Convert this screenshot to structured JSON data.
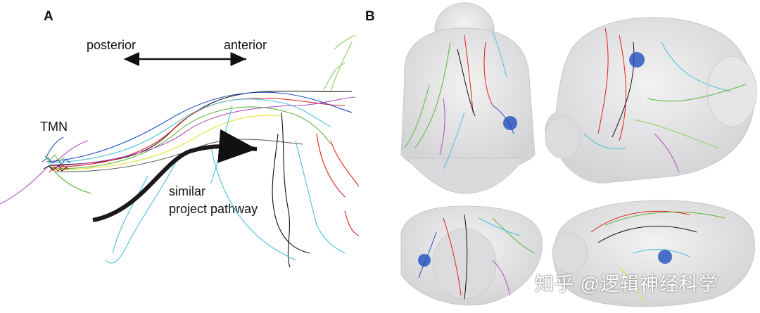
{
  "panel_a": {
    "label": "A",
    "posterior_label": "posterior",
    "anterior_label": "anterior",
    "tmn_label": "TMN",
    "pathway_label_line1": "similar",
    "pathway_label_line2": "project pathway"
  },
  "panel_b": {
    "label": "B"
  },
  "watermark": "知乎 @逻辑神经科学",
  "colors": {
    "red": "#e0201c",
    "green": "#5bb33a",
    "light_green": "#8ccf5a",
    "cyan": "#46c2d8",
    "blue": "#1f4fbf",
    "black": "#111111",
    "magenta": "#b04fc0",
    "yellow": "#e8e030",
    "brain_fill": "#e4e4e6"
  }
}
